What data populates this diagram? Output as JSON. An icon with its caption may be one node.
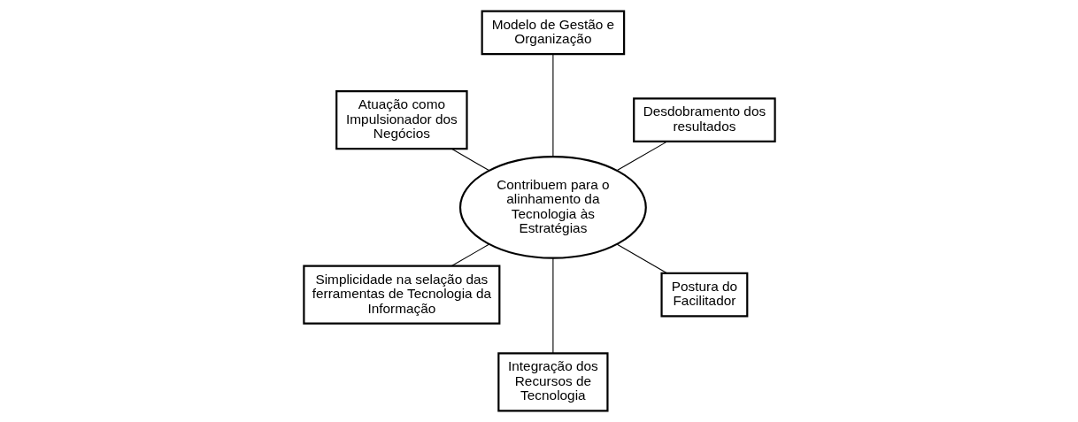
{
  "diagram": {
    "nodes": [
      {
        "text": [
          "Contribuem para o alinhamento da Tecnologia às Estratégias"
        ]
      },
      {
        "text": [
          "Desdobramento dos resultados"
        ]
      },
      {
        "text": [
          "Modelo de Gestão e Organização"
        ]
      },
      {
        "text": [
          "Atuação como Impulsionador dos Negócios"
        ]
      },
      {
        "text": [
          "Simplicidade na selação das ferramentas de Tecnologia da Informação"
        ]
      },
      {
        "text": [
          "Integração dos Recursos de Tecnologia"
        ]
      },
      {
        "text": [
          "Postura do Facilitador"
        ]
      }
    ],
    "edges": [
      {
        "from": 0,
        "to": 1,
        "arrow": "none"
      },
      {
        "from": 0,
        "to": 2,
        "arrow": "none"
      },
      {
        "from": 0,
        "to": 3,
        "arrow": "none"
      },
      {
        "from": 0,
        "to": 4,
        "arrow": "none"
      },
      {
        "from": 0,
        "to": 5,
        "arrow": "none"
      },
      {
        "from": 0,
        "to": 6,
        "arrow": "none"
      }
    ]
  }
}
